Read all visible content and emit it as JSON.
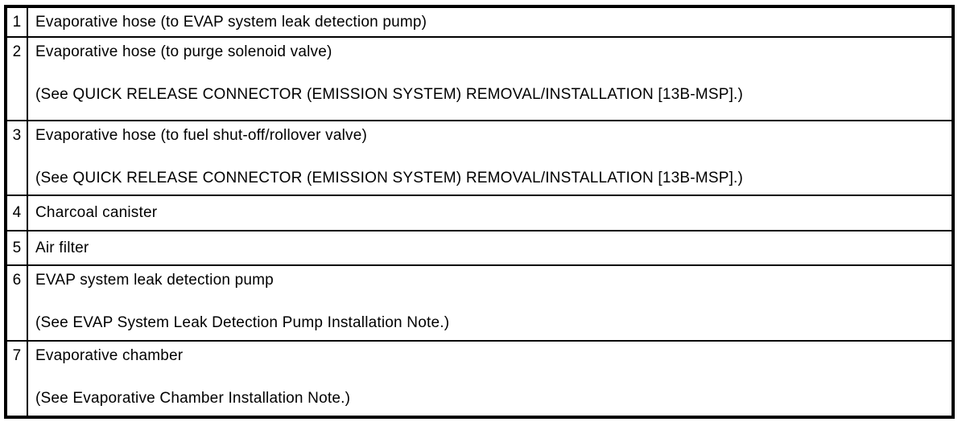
{
  "table": {
    "rows": [
      {
        "num": "1",
        "description": "Evaporative hose (to EVAP system leak detection pump)"
      },
      {
        "num": "2",
        "description": "Evaporative hose (to purge solenoid valve)",
        "note": "(See QUICK RELEASE CONNECTOR (EMISSION SYSTEM) REMOVAL/INSTALLATION [13B-MSP].)"
      },
      {
        "num": "3",
        "description": "Evaporative hose (to fuel shut-off/rollover valve)",
        "note": "(See QUICK RELEASE CONNECTOR (EMISSION SYSTEM) REMOVAL/INSTALLATION [13B-MSP].)"
      },
      {
        "num": "4",
        "description": "Charcoal canister"
      },
      {
        "num": "5",
        "description": "Air filter"
      },
      {
        "num": "6",
        "description": "EVAP system leak detection pump",
        "note": "(See EVAP System Leak Detection Pump Installation Note.)"
      },
      {
        "num": "7",
        "description": "Evaporative chamber",
        "note": "(See Evaporative Chamber Installation Note.)"
      }
    ],
    "colors": {
      "border": "#000000",
      "text": "#000000",
      "background": "#ffffff"
    }
  }
}
